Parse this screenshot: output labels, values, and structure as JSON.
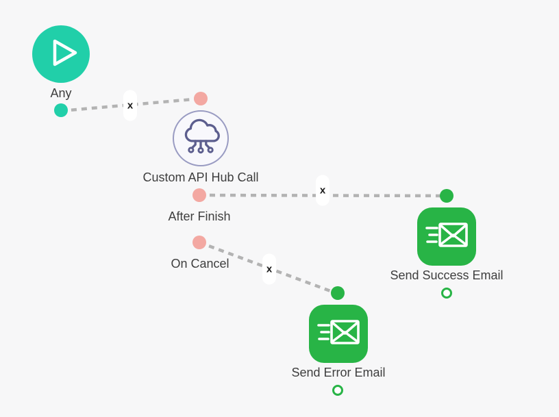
{
  "app": {
    "name": "automation-flow-builder"
  },
  "colors": {
    "background": "#f7f7f8",
    "trigger_teal": "#21cfa9",
    "action_green": "#28b446",
    "port_pink": "#f3a8a2",
    "wire_gray": "#b3b3b3",
    "api_node_stroke": "#5c5e8e",
    "label_text": "#3e3e3e"
  },
  "nodes": {
    "trigger": {
      "label": "Any",
      "icon": "play-icon"
    },
    "api_call": {
      "label": "Custom API Hub Call",
      "icon": "cloud-network-icon",
      "outputs": [
        {
          "label": "After Finish"
        },
        {
          "label": "On Cancel"
        }
      ]
    },
    "success_email": {
      "label": "Send Success Email",
      "icon": "send-email-icon"
    },
    "error_email": {
      "label": "Send Error Email",
      "icon": "send-email-icon"
    }
  },
  "connections": [
    {
      "from": "Any",
      "to": "Custom API Hub Call",
      "remove_label": "x"
    },
    {
      "from": "After Finish",
      "to": "Send Success Email",
      "remove_label": "x"
    },
    {
      "from": "On Cancel",
      "to": "Send Error Email",
      "remove_label": "x"
    }
  ]
}
